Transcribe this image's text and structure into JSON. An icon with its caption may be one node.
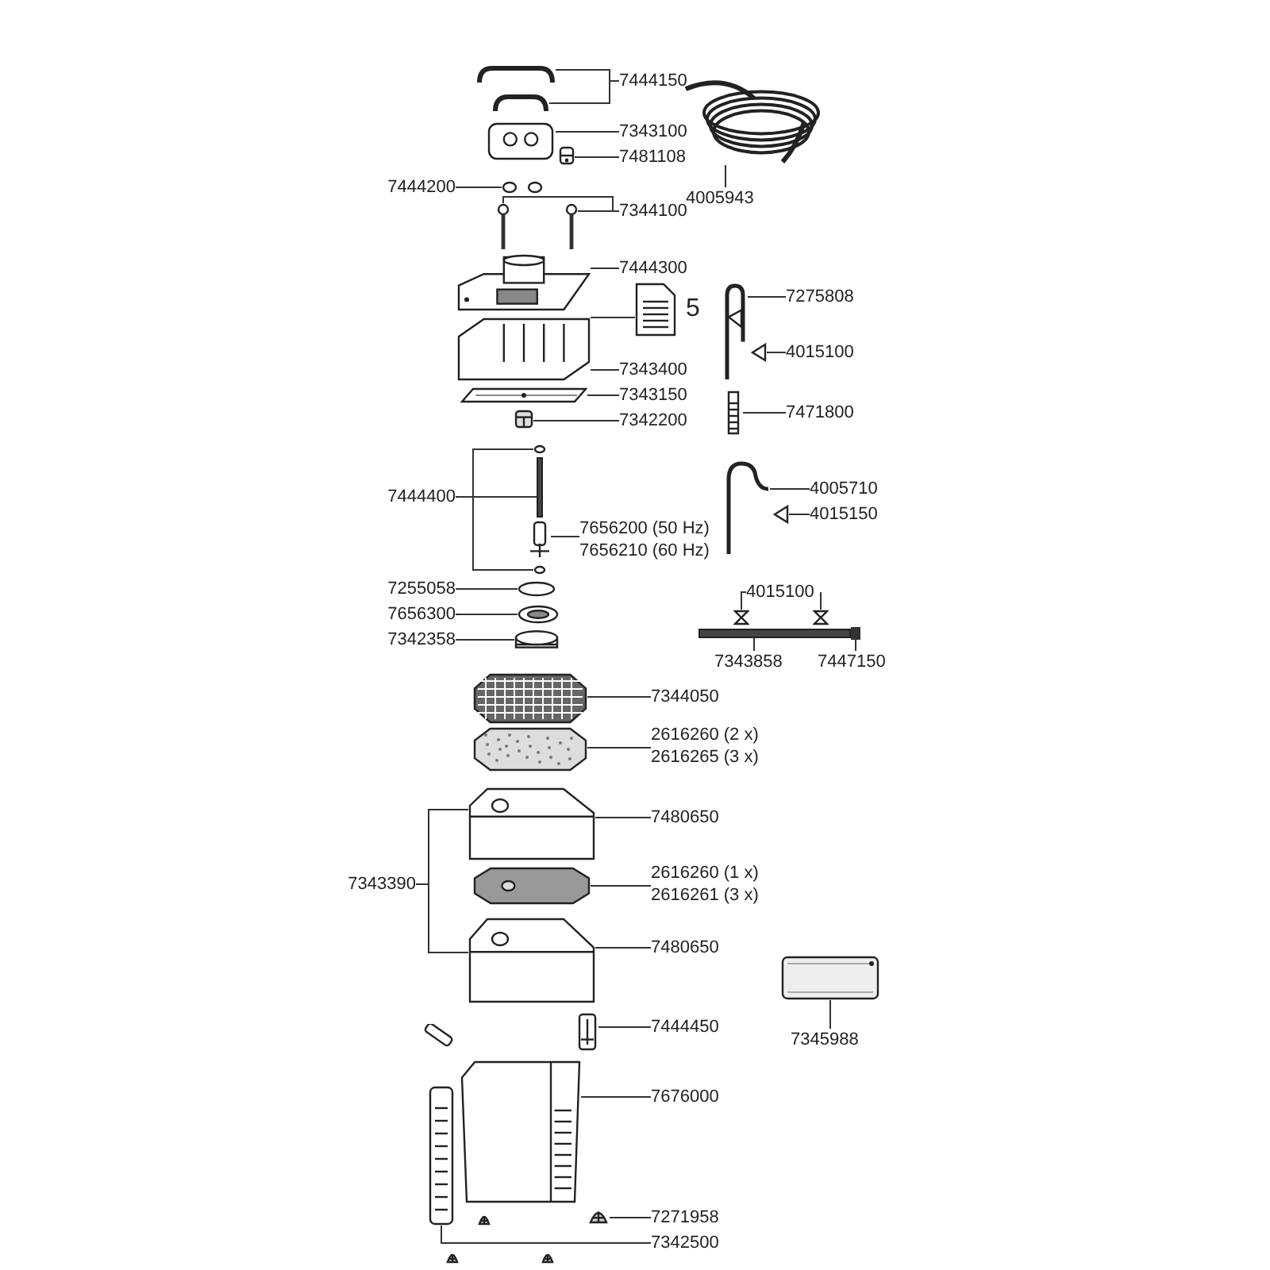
{
  "diagram": {
    "nodes": [
      {
        "text": [],
        "shape": "picture"
      },
      {
        "text": [],
        "shape": "picture"
      },
      {
        "text": [
          "7444150"
        ]
      },
      {
        "text": [],
        "shape": "picture"
      },
      {
        "text": [
          "7343100"
        ]
      },
      {
        "text": [],
        "shape": "picture"
      },
      {
        "text": [
          "7481108"
        ]
      },
      {
        "text": [
          "7444200"
        ]
      },
      {
        "text": [],
        "shape": "picture"
      },
      {
        "text": [
          "7344100"
        ]
      },
      {
        "text": [],
        "shape": "picture"
      },
      {
        "text": [],
        "shape": "picture"
      },
      {
        "text": [],
        "shape": "picture"
      },
      {
        "text": [
          "7444300"
        ]
      },
      {
        "text": [],
        "shape": "picture"
      },
      {
        "text": [],
        "shape": "picture",
        "beside": [
          "5"
        ]
      },
      {
        "text": [
          "7343400"
        ]
      },
      {
        "text": [],
        "shape": "picture"
      },
      {
        "text": [
          "7343150"
        ]
      },
      {
        "text": [],
        "shape": "picture"
      },
      {
        "text": [
          "7342200"
        ]
      },
      {
        "text": [],
        "shape": "circle"
      },
      {
        "text": [],
        "shape": "bar"
      },
      {
        "text": [],
        "shape": "picture"
      },
      {
        "text": [],
        "shape": "circle"
      },
      {
        "text": [
          "7444400"
        ]
      },
      {
        "text": [
          "7656200 (50 Hz)",
          "7656210 (60 Hz)"
        ]
      },
      {
        "text": [
          "7255058"
        ]
      },
      {
        "text": [],
        "shape": "circle"
      },
      {
        "text": [
          "7656300"
        ]
      },
      {
        "text": [],
        "shape": "picture"
      },
      {
        "text": [
          "7342358"
        ]
      },
      {
        "text": [],
        "shape": "picture"
      },
      {
        "text": [],
        "shape": "picture"
      },
      {
        "text": [
          "7344050"
        ]
      },
      {
        "text": [],
        "shape": "picture"
      },
      {
        "text": [
          "2616260 (2 x)",
          "2616265 (3 x)"
        ]
      },
      {
        "text": [],
        "shape": "picture"
      },
      {
        "text": [
          "7480650"
        ]
      },
      {
        "text": [],
        "shape": "picture"
      },
      {
        "text": [
          "2616260 (1 x)",
          "2616261 (3 x)"
        ]
      },
      {
        "text": [],
        "shape": "picture"
      },
      {
        "text": [
          "7480650"
        ]
      },
      {
        "text": [
          "7343390"
        ]
      },
      {
        "text": [],
        "shape": "picture"
      },
      {
        "text": [
          "7444450"
        ]
      },
      {
        "text": [],
        "shape": "picture"
      },
      {
        "text": [
          "7676000"
        ]
      },
      {
        "text": [],
        "shape": "picture"
      },
      {
        "text": [],
        "shape": "picture"
      },
      {
        "text": [
          "7271958"
        ]
      },
      {
        "text": [
          "7342500"
        ]
      },
      {
        "text": [],
        "shape": "picture"
      },
      {
        "text": [
          "4005943"
        ]
      },
      {
        "text": [],
        "shape": "picture"
      },
      {
        "text": [
          "7275808"
        ]
      },
      {
        "text": [],
        "shape": "picture"
      },
      {
        "text": [
          "4015100"
        ]
      },
      {
        "text": [],
        "shape": "picture"
      },
      {
        "text": [
          "7471800"
        ]
      },
      {
        "text": [],
        "shape": "picture"
      },
      {
        "text": [
          "4005710"
        ]
      },
      {
        "text": [],
        "shape": "picture"
      },
      {
        "text": [
          "4015150"
        ]
      },
      {
        "text": [
          "4015100"
        ]
      },
      {
        "text": [],
        "shape": "picture"
      },
      {
        "text": [],
        "shape": "picture"
      },
      {
        "text": [],
        "shape": "bar"
      },
      {
        "text": [],
        "shape": "picture"
      },
      {
        "text": [
          "7343858"
        ]
      },
      {
        "text": [
          "7447150"
        ]
      },
      {
        "text": [],
        "shape": "picture"
      },
      {
        "text": [
          "7345988"
        ]
      }
    ],
    "edges": [
      {
        "from": 2,
        "to": 0,
        "arrow": "none"
      },
      {
        "from": 2,
        "to": 1,
        "arrow": "none"
      },
      {
        "from": 4,
        "to": 3,
        "arrow": "none"
      },
      {
        "from": 6,
        "to": 5,
        "arrow": "none"
      },
      {
        "from": 7,
        "to": 8,
        "arrow": "none"
      },
      {
        "from": 9,
        "to": 11,
        "arrow": "none"
      },
      {
        "from": 9,
        "to": 10,
        "arrow": "none"
      },
      {
        "from": 13,
        "to": 12,
        "arrow": "none"
      },
      {
        "from": 14,
        "to": 15,
        "arrow": "none"
      },
      {
        "from": 16,
        "to": 14,
        "arrow": "none"
      },
      {
        "from": 18,
        "to": 17,
        "arrow": "none"
      },
      {
        "from": 20,
        "to": 19,
        "arrow": "none"
      },
      {
        "from": 25,
        "to": 21,
        "arrow": "none"
      },
      {
        "from": 25,
        "to": 22,
        "arrow": "none"
      },
      {
        "from": 25,
        "to": 24,
        "arrow": "none"
      },
      {
        "from": 26,
        "to": 23,
        "arrow": "none"
      },
      {
        "from": 27,
        "to": 28,
        "arrow": "none"
      },
      {
        "from": 29,
        "to": 30,
        "arrow": "none"
      },
      {
        "from": 31,
        "to": 32,
        "arrow": "none"
      },
      {
        "from": 34,
        "to": 33,
        "arrow": "none"
      },
      {
        "from": 36,
        "to": 35,
        "arrow": "none"
      },
      {
        "from": 38,
        "to": 37,
        "arrow": "none"
      },
      {
        "from": 40,
        "to": 39,
        "arrow": "none"
      },
      {
        "from": 42,
        "to": 41,
        "arrow": "none"
      },
      {
        "from": 43,
        "to": 37,
        "arrow": "none"
      },
      {
        "from": 43,
        "to": 41,
        "arrow": "none"
      },
      {
        "from": 45,
        "to": 44,
        "arrow": "none"
      },
      {
        "from": 47,
        "to": 46,
        "arrow": "none"
      },
      {
        "from": 50,
        "to": 49,
        "arrow": "none"
      },
      {
        "from": 51,
        "to": 48,
        "arrow": "none"
      },
      {
        "from": 53,
        "to": 52,
        "arrow": "none"
      },
      {
        "from": 55,
        "to": 54,
        "arrow": "none"
      },
      {
        "from": 57,
        "to": 56,
        "arrow": "none"
      },
      {
        "from": 59,
        "to": 58,
        "arrow": "none"
      },
      {
        "from": 61,
        "to": 60,
        "arrow": "none"
      },
      {
        "from": 63,
        "to": 62,
        "arrow": "none"
      },
      {
        "from": 64,
        "to": 65,
        "arrow": "none"
      },
      {
        "from": 64,
        "to": 66,
        "arrow": "none"
      },
      {
        "from": 69,
        "to": 67,
        "arrow": "none"
      },
      {
        "from": 70,
        "to": 68,
        "arrow": "none"
      },
      {
        "from": 72,
        "to": 71,
        "arrow": "none"
      }
    ]
  }
}
